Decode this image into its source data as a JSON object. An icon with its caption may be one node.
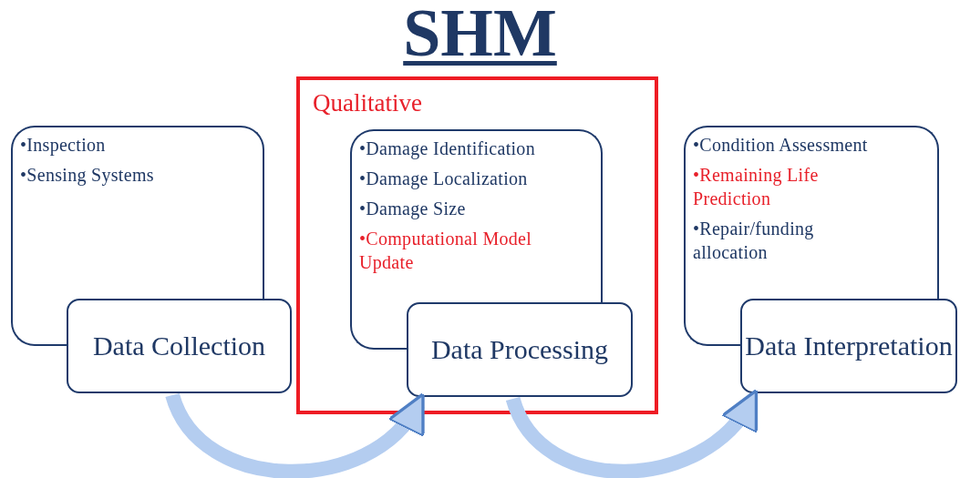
{
  "diagram": {
    "title": "SHM",
    "nodes": [
      {
        "text": [
          "•Inspection",
          "•Sensing Systems"
        ]
      },
      {
        "text": [
          "Data Collection"
        ]
      },
      {
        "text": [
          "Qualitative"
        ]
      },
      {
        "text": [
          "•Damage Identification",
          "•Damage Localization",
          "•Damage Size",
          "•Computational Model Update"
        ],
        "in": 2
      },
      {
        "text": [
          "Data Processing"
        ],
        "in": 2
      },
      {
        "text": [
          "•Condition Assessment",
          "•Remaining Life Prediction",
          "•Repair/funding allocation"
        ]
      },
      {
        "text": [
          "Data Interpretation"
        ]
      }
    ],
    "edges": [
      {
        "from": 1,
        "to": 4,
        "arrow": "to"
      },
      {
        "from": 4,
        "to": 6,
        "arrow": "to"
      }
    ]
  }
}
